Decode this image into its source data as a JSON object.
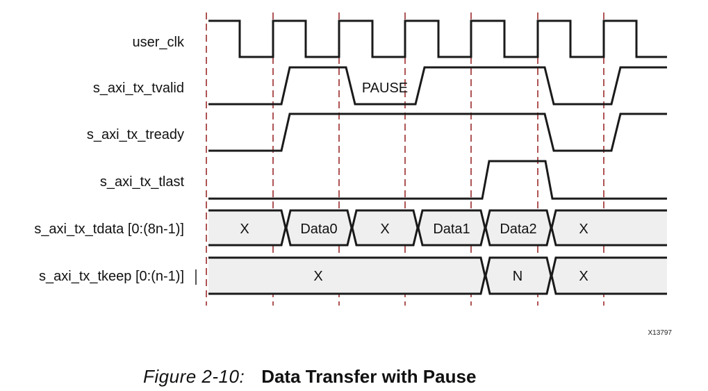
{
  "figure": {
    "id": "X13797",
    "caption_number": "Figure 2-10:",
    "caption_title": "Data Transfer with Pause"
  },
  "signals": [
    {
      "name": "user_clk"
    },
    {
      "name": "s_axi_tx_tvalid",
      "annotation": "PAUSE"
    },
    {
      "name": "s_axi_tx_tready"
    },
    {
      "name": "s_axi_tx_tlast"
    },
    {
      "name": "s_axi_tx_tdata [0:(8n-1)]",
      "segments": [
        "X",
        "Data0",
        "X",
        "Data1",
        "Data2",
        "X"
      ]
    },
    {
      "name": "s_axi_tx_tkeep [0:(n-1)]",
      "segments": [
        "X",
        "N",
        "X"
      ]
    }
  ],
  "colors": {
    "line": "#1a1a1a",
    "bus_fill": "#efefef",
    "guide": "#9a2a2a"
  }
}
